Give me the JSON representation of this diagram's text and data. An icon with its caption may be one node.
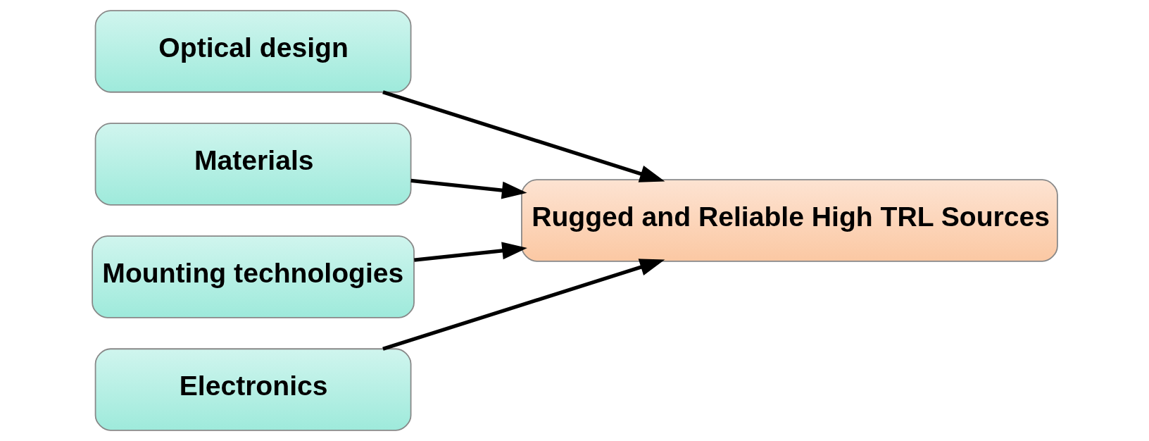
{
  "diagram": {
    "nodes": [
      {
        "text": [
          "Optical design"
        ]
      },
      {
        "text": [
          "Materials"
        ]
      },
      {
        "text": [
          "Mounting technologies"
        ]
      },
      {
        "text": [
          "Electronics"
        ]
      },
      {
        "text": [
          "Rugged and Reliable High TRL Sources"
        ]
      }
    ],
    "edges": [
      {
        "from": 0,
        "to": 4,
        "arrow": "to"
      },
      {
        "from": 1,
        "to": 4,
        "arrow": "to"
      },
      {
        "from": 2,
        "to": 4,
        "arrow": "to"
      },
      {
        "from": 3,
        "to": 4,
        "arrow": "to"
      }
    ]
  }
}
